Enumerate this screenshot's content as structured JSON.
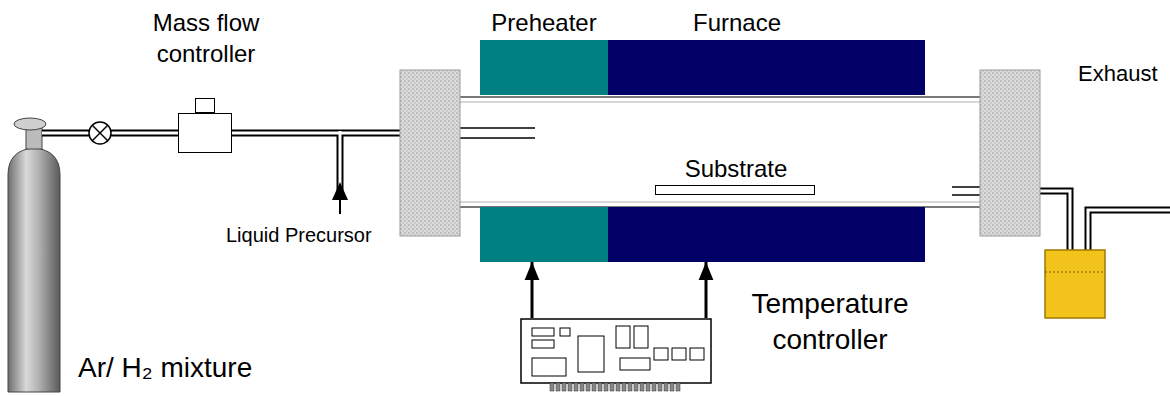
{
  "diagram": {
    "nodes": [
      {
        "text": [
          "Mass flow controller"
        ]
      },
      {
        "text": [
          "Preheater"
        ]
      },
      {
        "text": [
          "Furnace"
        ]
      },
      {
        "text": [
          "Substrate"
        ],
        "in": 2
      },
      {
        "text": [
          "Temperature controller"
        ]
      }
    ],
    "edges": [
      {
        "from": 4,
        "to": 1,
        "arrow": "to"
      },
      {
        "from": 4,
        "to": 2,
        "arrow": "to"
      }
    ],
    "labels": [
      "Liquid Precursor",
      "Exhaust",
      "Ar/ H₂ mixture"
    ]
  }
}
